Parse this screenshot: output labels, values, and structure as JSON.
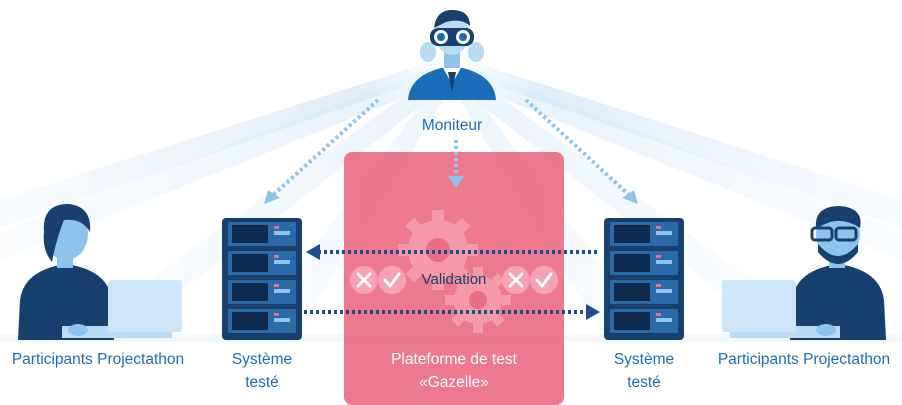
{
  "diagram": {
    "monitor_label": "Moniteur",
    "validation_label": "Validation",
    "platform_label_line1": "Plateforme de test",
    "platform_label_line2": "«Gazelle»",
    "left_participant_label": "Participants Projectathon",
    "right_participant_label": "Participants Projectathon",
    "left_system_label_line1": "Système",
    "left_system_label_line2": "testé",
    "right_system_label_line1": "Système",
    "right_system_label_line2": "testé"
  },
  "colors": {
    "primary_blue": "#1a6db8",
    "dark_navy": "#17406f",
    "light_blue": "#8cc4ec",
    "platform_pink": "#ea6e84",
    "arrow_blue": "#1a4f8b"
  },
  "icons": {
    "monitor": "person-with-binoculars-icon",
    "participant_left": "woman-at-laptop-icon",
    "participant_right": "man-with-glasses-at-laptop-icon",
    "server": "server-rack-icon",
    "gear": "gear-icon",
    "status": "check-and-cross-icon"
  }
}
